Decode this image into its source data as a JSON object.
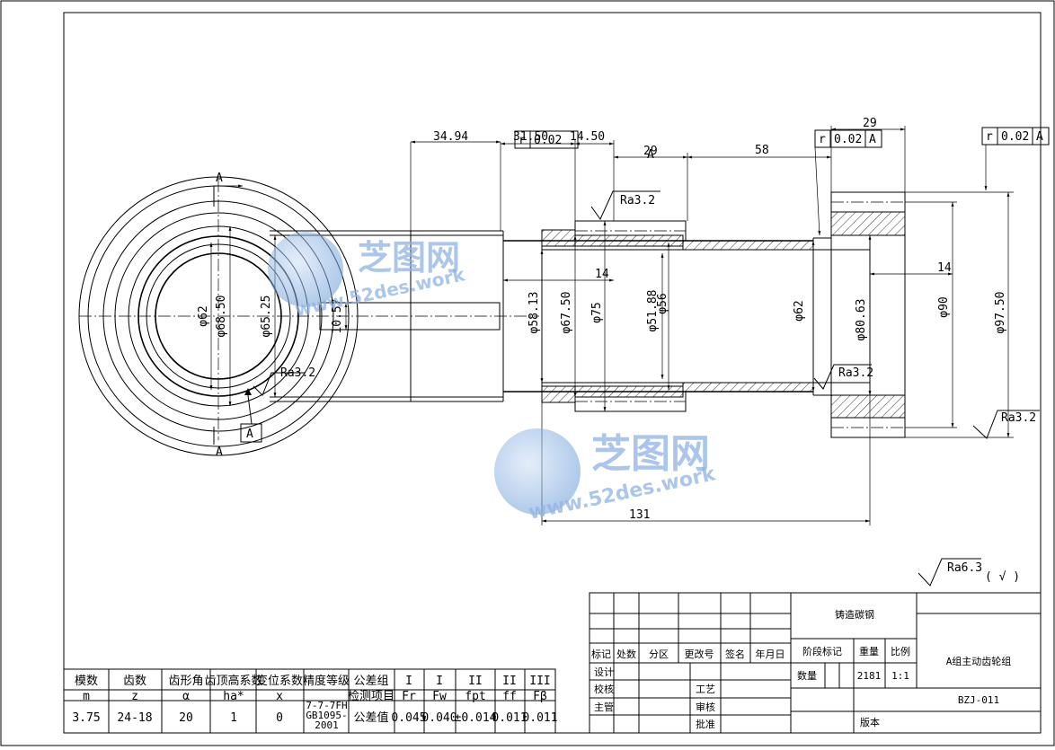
{
  "dimensions": {
    "d34_94": "34.94",
    "d31_50": "31.50",
    "d14_50": "14.50",
    "d29_top": "29",
    "d58": "58",
    "d29_right": "29",
    "d14_a": "14",
    "d14_b": "14",
    "d131": "131",
    "d10_57": "10.57",
    "phi62_left": "φ62",
    "phi68_50": "φ68.50",
    "phi65_25": "φ65.25",
    "phi58_13": "φ58.13",
    "phi67_50": "φ67.50",
    "phi75": "φ75",
    "phi51_88": "φ51.88",
    "phi56": "φ56",
    "phi62_mid": "φ62",
    "phi80_63": "φ80.63",
    "phi90": "φ90",
    "phi97_50": "φ97.50"
  },
  "tolerances": {
    "runout_symbol": "r",
    "runout_value": "0.02",
    "datum": "A",
    "frame_mid_text": "r 0.02",
    "frame_arrow_text": "A"
  },
  "roughness": {
    "ra1": "Ra3.2",
    "ra2": "Ra3.2",
    "ra3": "Ra3.2",
    "ra4": "Ra3.2",
    "general": "Ra6.3",
    "general_suffix": "( √ )"
  },
  "section_labels": {
    "top": "A",
    "bottom": "A",
    "datum_box": "A"
  },
  "watermark": {
    "cn": "芝图网",
    "url": "www.52des.work"
  },
  "gear_table": {
    "headers": [
      "模数",
      "齿数",
      "齿形角",
      "齿顶高系数",
      "变位系数",
      "精度等级",
      "公差组",
      "I",
      "I",
      "II",
      "II",
      "III"
    ],
    "symbols": [
      "m",
      "z",
      "α",
      "ha*",
      "x",
      "",
      "检测项目",
      "Fr",
      "Fw",
      "fpt",
      "ff",
      "Fβ"
    ],
    "values": [
      "3.75",
      "24-18",
      "20",
      "1",
      "0",
      "",
      "公差值",
      "0.045",
      "0.040",
      "±0.014",
      "0.011",
      "0.011"
    ],
    "precision_value": "7-7-7FH GB1095-2001"
  },
  "title_block": {
    "material": "铸造碳钢",
    "part_name": "A组主动齿轮组",
    "drawing_no": "BZJ-011",
    "rev_headers": [
      "标记",
      "处数",
      "分区",
      "更改号",
      "签名",
      "年月日"
    ],
    "stage_mark": "阶段标记",
    "weight": "重量",
    "scale": "比例",
    "quantity": "数量",
    "weight_value": "2181",
    "scale_value": "1:1",
    "design": "设计",
    "check": "校核",
    "supervisor": "主管",
    "process": "工艺",
    "review": "审核",
    "approve": "批准",
    "version": "版本"
  }
}
